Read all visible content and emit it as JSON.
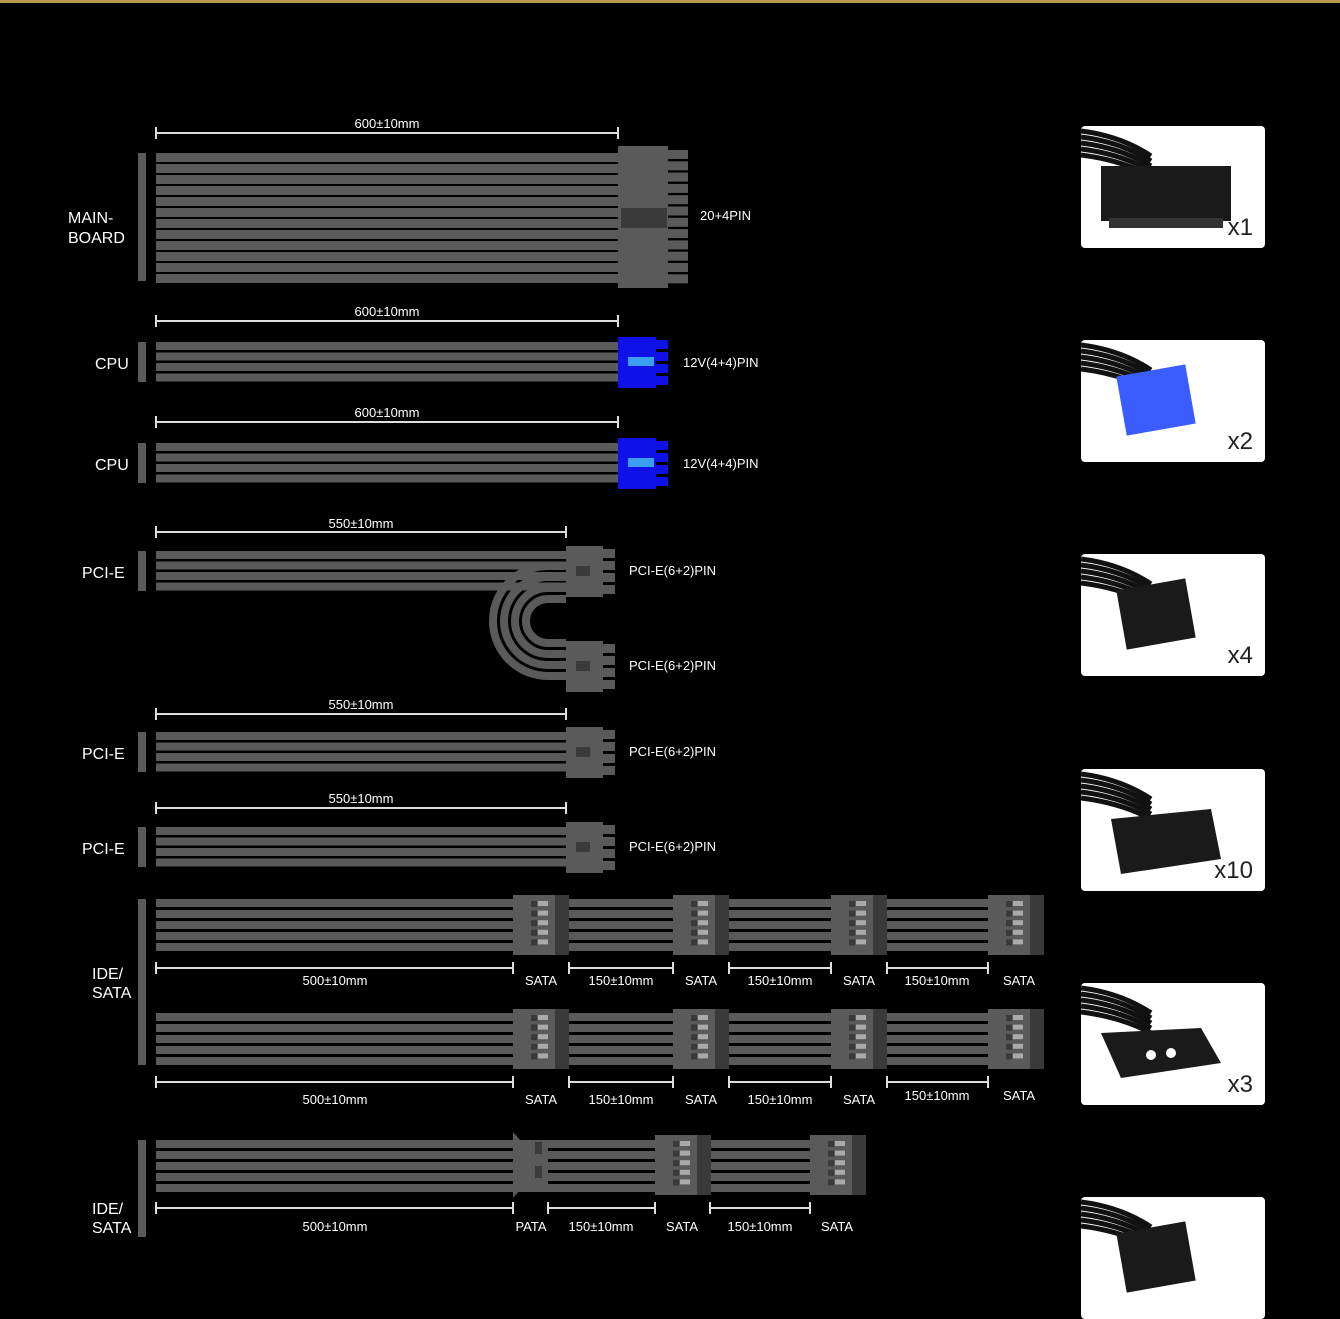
{
  "cables": {
    "mainboard": {
      "label_lines": [
        "MAIN-",
        "BOARD"
      ],
      "length": "600±10mm",
      "connector": "20+4PIN"
    },
    "cpu1": {
      "label": "CPU",
      "length": "600±10mm",
      "connector": "12V(4+4)PIN"
    },
    "cpu2": {
      "label": "CPU",
      "length": "600±10mm",
      "connector": "12V(4+4)PIN"
    },
    "pcie1": {
      "label": "PCI-E",
      "length": "550±10mm",
      "connector_a": "PCI-E(6+2)PIN",
      "connector_b": "PCI-E(6+2)PIN"
    },
    "pcie2": {
      "label": "PCI-E",
      "length": "550±10mm",
      "connector": "PCI-E(6+2)PIN"
    },
    "pcie3": {
      "label": "PCI-E",
      "length": "550±10mm",
      "connector": "PCI-E(6+2)PIN"
    },
    "sata_group": {
      "label_lines": [
        "IDE/",
        "SATA"
      ],
      "rows": [
        {
          "segments": [
            "500±10mm",
            "SATA",
            "150±10mm",
            "SATA",
            "150±10mm",
            "SATA",
            "150±10mm",
            "SATA"
          ]
        },
        {
          "segments": [
            "500±10mm",
            "SATA",
            "150±10mm",
            "SATA",
            "150±10mm",
            "SATA",
            "150±10mm",
            "SATA"
          ]
        }
      ]
    },
    "ide_sata": {
      "label_lines": [
        "IDE/",
        "SATA"
      ],
      "segments": [
        "500±10mm",
        "PATA",
        "150±10mm",
        "SATA",
        "150±10mm",
        "SATA"
      ]
    }
  },
  "thumbnails": [
    {
      "name": "atx-24pin-connector",
      "count": "x1"
    },
    {
      "name": "cpu-8pin-connector",
      "count": "x2"
    },
    {
      "name": "pcie-8pin-connector",
      "count": "x4"
    },
    {
      "name": "sata-connector",
      "count": "x10"
    },
    {
      "name": "molex-connector",
      "count": "x3"
    },
    {
      "name": "floppy-connector",
      "count": ""
    }
  ],
  "colors": {
    "background": "#000000",
    "wire": "#5a5a5a",
    "cpu_connector": "#1010e8",
    "text": "#ffffff",
    "accent_strip": "#b8994a"
  }
}
